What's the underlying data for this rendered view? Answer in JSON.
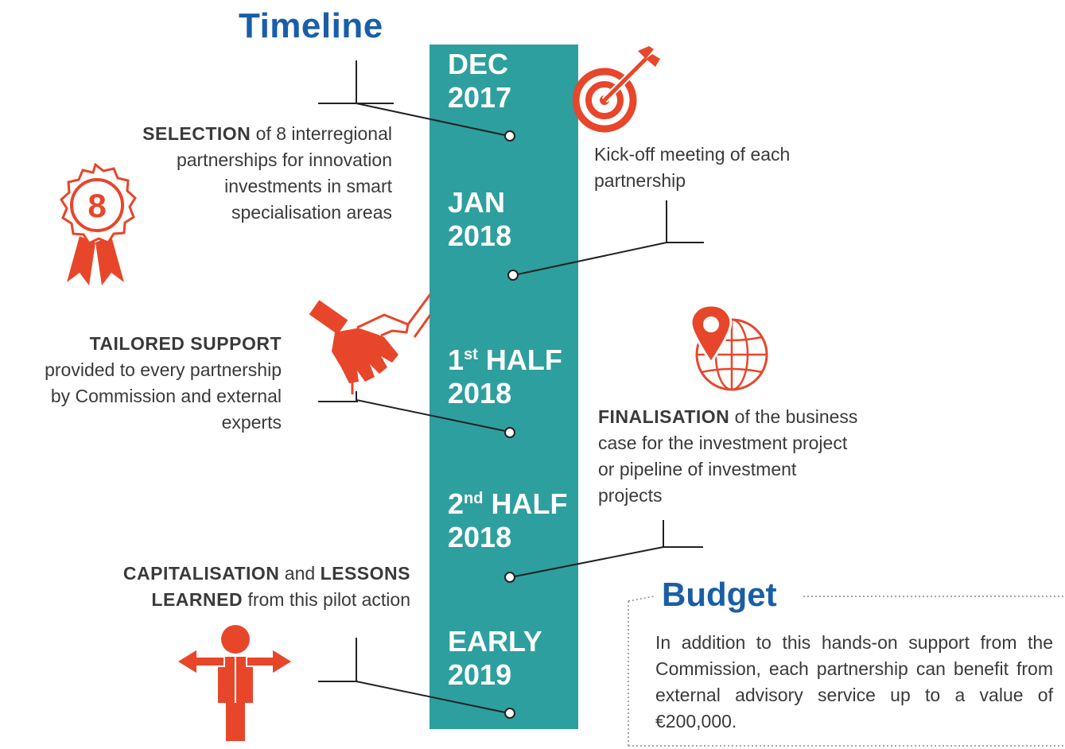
{
  "title": "Timeline",
  "timeline": [
    {
      "line1": "DEC",
      "line2": "2017"
    },
    {
      "line1": "JAN",
      "line2": "2018"
    },
    {
      "line1": "1",
      "sup": "st",
      "line1_rest": " HALF",
      "line2": "2018"
    },
    {
      "line1": "2",
      "sup": "nd",
      "line1_rest": " HALF",
      "line2": "2018"
    },
    {
      "line1": "EARLY",
      "line2": "2019"
    }
  ],
  "events": {
    "selection": {
      "bold": "SELECTION",
      "rest1": " of 8 interregional",
      "line2": "partnerships for innovation",
      "line3": "investments in smart",
      "line4": "specialisation areas"
    },
    "kickoff": {
      "line1": "Kick-off meeting of each",
      "line2": "partnership"
    },
    "support": {
      "bold": "TAILORED SUPPORT",
      "line2": "provided to every partnership",
      "line3": "by Commission and external",
      "line4": "experts"
    },
    "finalisation": {
      "bold": "FINALISATION",
      "rest1": " of the business",
      "line2": "case for the investment project",
      "line3": "or pipeline of investment",
      "line4": "projects"
    },
    "capitalisation": {
      "bold1": "CAPITALISATION",
      "mid1": " and ",
      "bold2": "LESSONS",
      "bold3": "LEARNED",
      "rest2": " from this pilot action"
    }
  },
  "badge_number": "8",
  "budget": {
    "title": "Budget",
    "text": "In addition to this hands-on support from the Commission, each partnership can benefit from external advisory service up to a value of €200,000."
  },
  "colors": {
    "teal": "#2e9f9f",
    "blue": "#1a5ea8",
    "accent": "#e8462a",
    "text": "#3a3a3a"
  },
  "icons": [
    "target-icon",
    "medal-icon",
    "handshake-icon",
    "location-globe-icon",
    "person-arrows-icon"
  ]
}
